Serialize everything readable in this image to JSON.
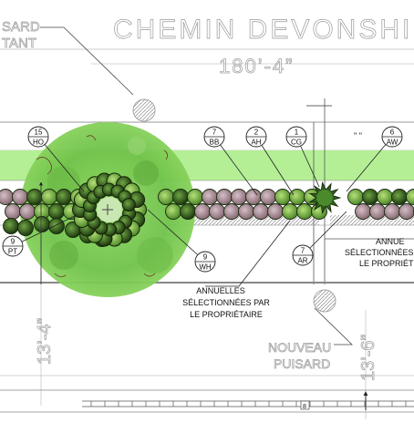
{
  "street": {
    "name": "CHEMIN DEVONSHIRE",
    "length_dim": "180’-4”"
  },
  "drain_existing_label": [
    "SARD",
    "TANT"
  ],
  "drain_new_label": [
    "NOUVEAU",
    "PUISARD"
  ],
  "dims": {
    "left_vertical": "13’-4”",
    "right_vertical": "13’-6”"
  },
  "annual_note_center": [
    "ANNUELLES",
    "SÉLECTIONNÉES PAR",
    "LE PROPRIÉTAIRE"
  ],
  "annual_note_right": [
    "ANNUE",
    "SÉLECTIONNÉES",
    "LE PROPRIÉT"
  ],
  "plant_tags": [
    {
      "count": "15",
      "code": "HO"
    },
    {
      "count": "7",
      "code": "BB"
    },
    {
      "count": "2",
      "code": "AH"
    },
    {
      "count": "1",
      "code": "CG"
    },
    {
      "count": "6",
      "code": "AW"
    },
    {
      "count": "9",
      "code": "PT"
    },
    {
      "count": "9",
      "code": "WH"
    },
    {
      "count": "7",
      "code": "AR"
    }
  ],
  "marks": {
    "sheet_ref": "8",
    "stray_marks": "\" \""
  },
  "colors": {
    "lawn_band": "#b4ef95",
    "tree_canopy": "#7fcf4f",
    "shrub_green": "#78b13c",
    "shrub_dark": "#1f2e13",
    "shrub_purple": "#c9a0b0",
    "annual_hatch": "#9a9a9a"
  }
}
